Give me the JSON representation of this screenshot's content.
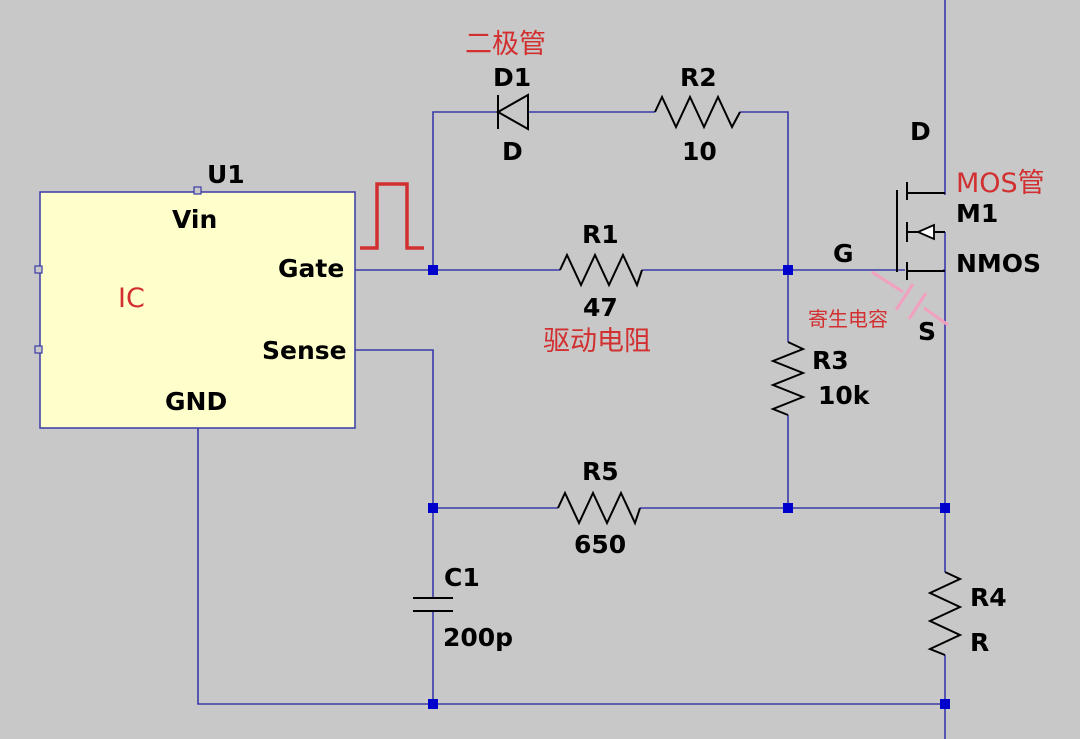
{
  "ic": {
    "ref": "U1",
    "name": "IC",
    "pins": {
      "vin": "Vin",
      "gate": "Gate",
      "sense": "Sense",
      "gnd": "GND"
    }
  },
  "diode": {
    "ref": "D1",
    "value": "D",
    "annotation": "二极管"
  },
  "r2": {
    "ref": "R2",
    "value": "10"
  },
  "r1": {
    "ref": "R1",
    "value": "47",
    "annotation": "驱动电阻"
  },
  "r3": {
    "ref": "R3",
    "value": "10k"
  },
  "r5": {
    "ref": "R5",
    "value": "650"
  },
  "c1": {
    "ref": "C1",
    "value": "200p"
  },
  "r4": {
    "ref": "R4",
    "value": "R"
  },
  "mosfet": {
    "ref": "M1",
    "model": "NMOS",
    "annotation": "MOS管",
    "drain": "D",
    "gate": "G",
    "source": "S",
    "parasitic_note": "寄生电容"
  },
  "colors": {
    "background": "#c8c8c8",
    "wire": "#3a3aa8",
    "node": "#0000cc",
    "ic_fill": "#ffffcc",
    "annotation": "#d23030",
    "parasitic": "#f2a0c0"
  }
}
